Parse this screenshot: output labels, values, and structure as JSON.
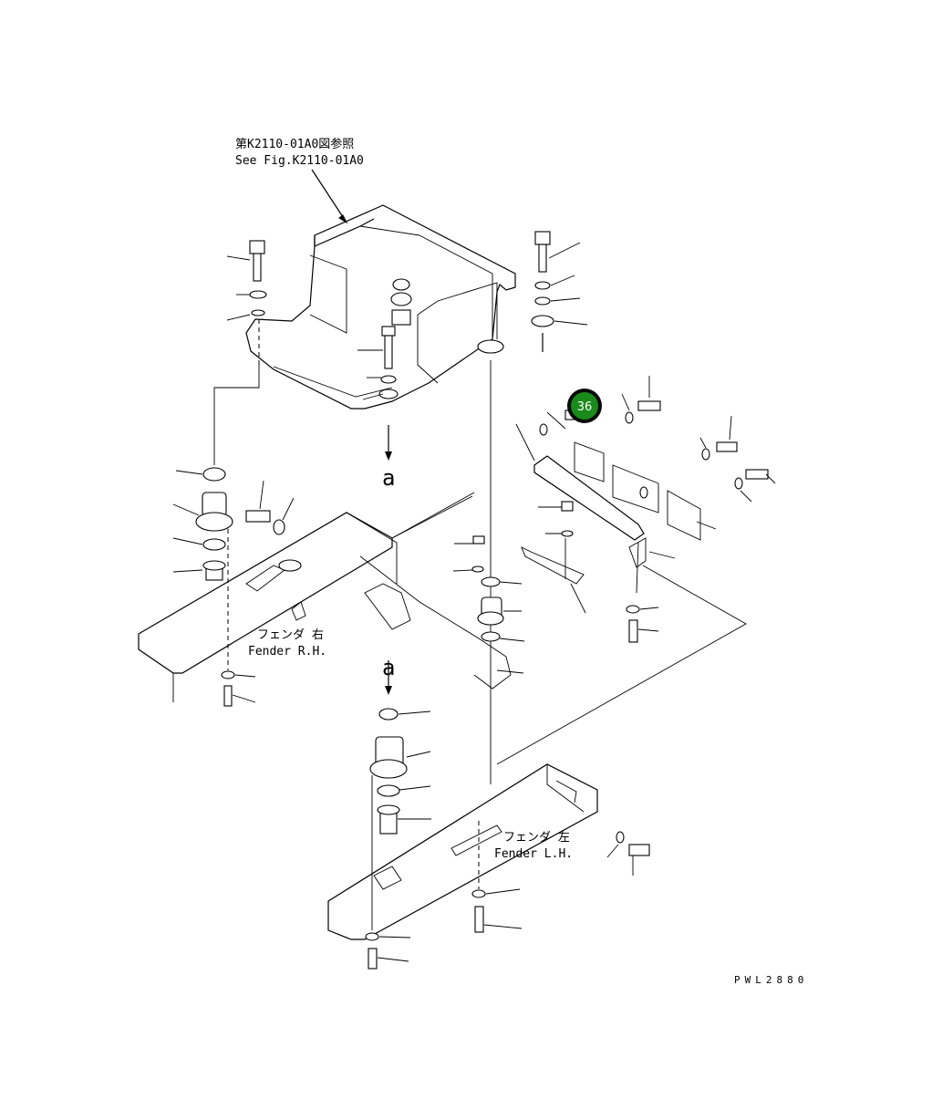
{
  "reference": {
    "jp": "第K2110-01A0図参照",
    "en": "See Fig.K2110-01A0"
  },
  "view_marks": [
    "a",
    "a"
  ],
  "fender_rh": {
    "jp": "フェンダ 右",
    "en": "Fender R.H."
  },
  "fender_lh": {
    "jp": "フェンダ 左",
    "en": "Fender L.H."
  },
  "callout": {
    "number": "36",
    "color": "#1a8a1a",
    "ring_color": "#0a0a0a"
  },
  "drawing_code": "PWL2880"
}
